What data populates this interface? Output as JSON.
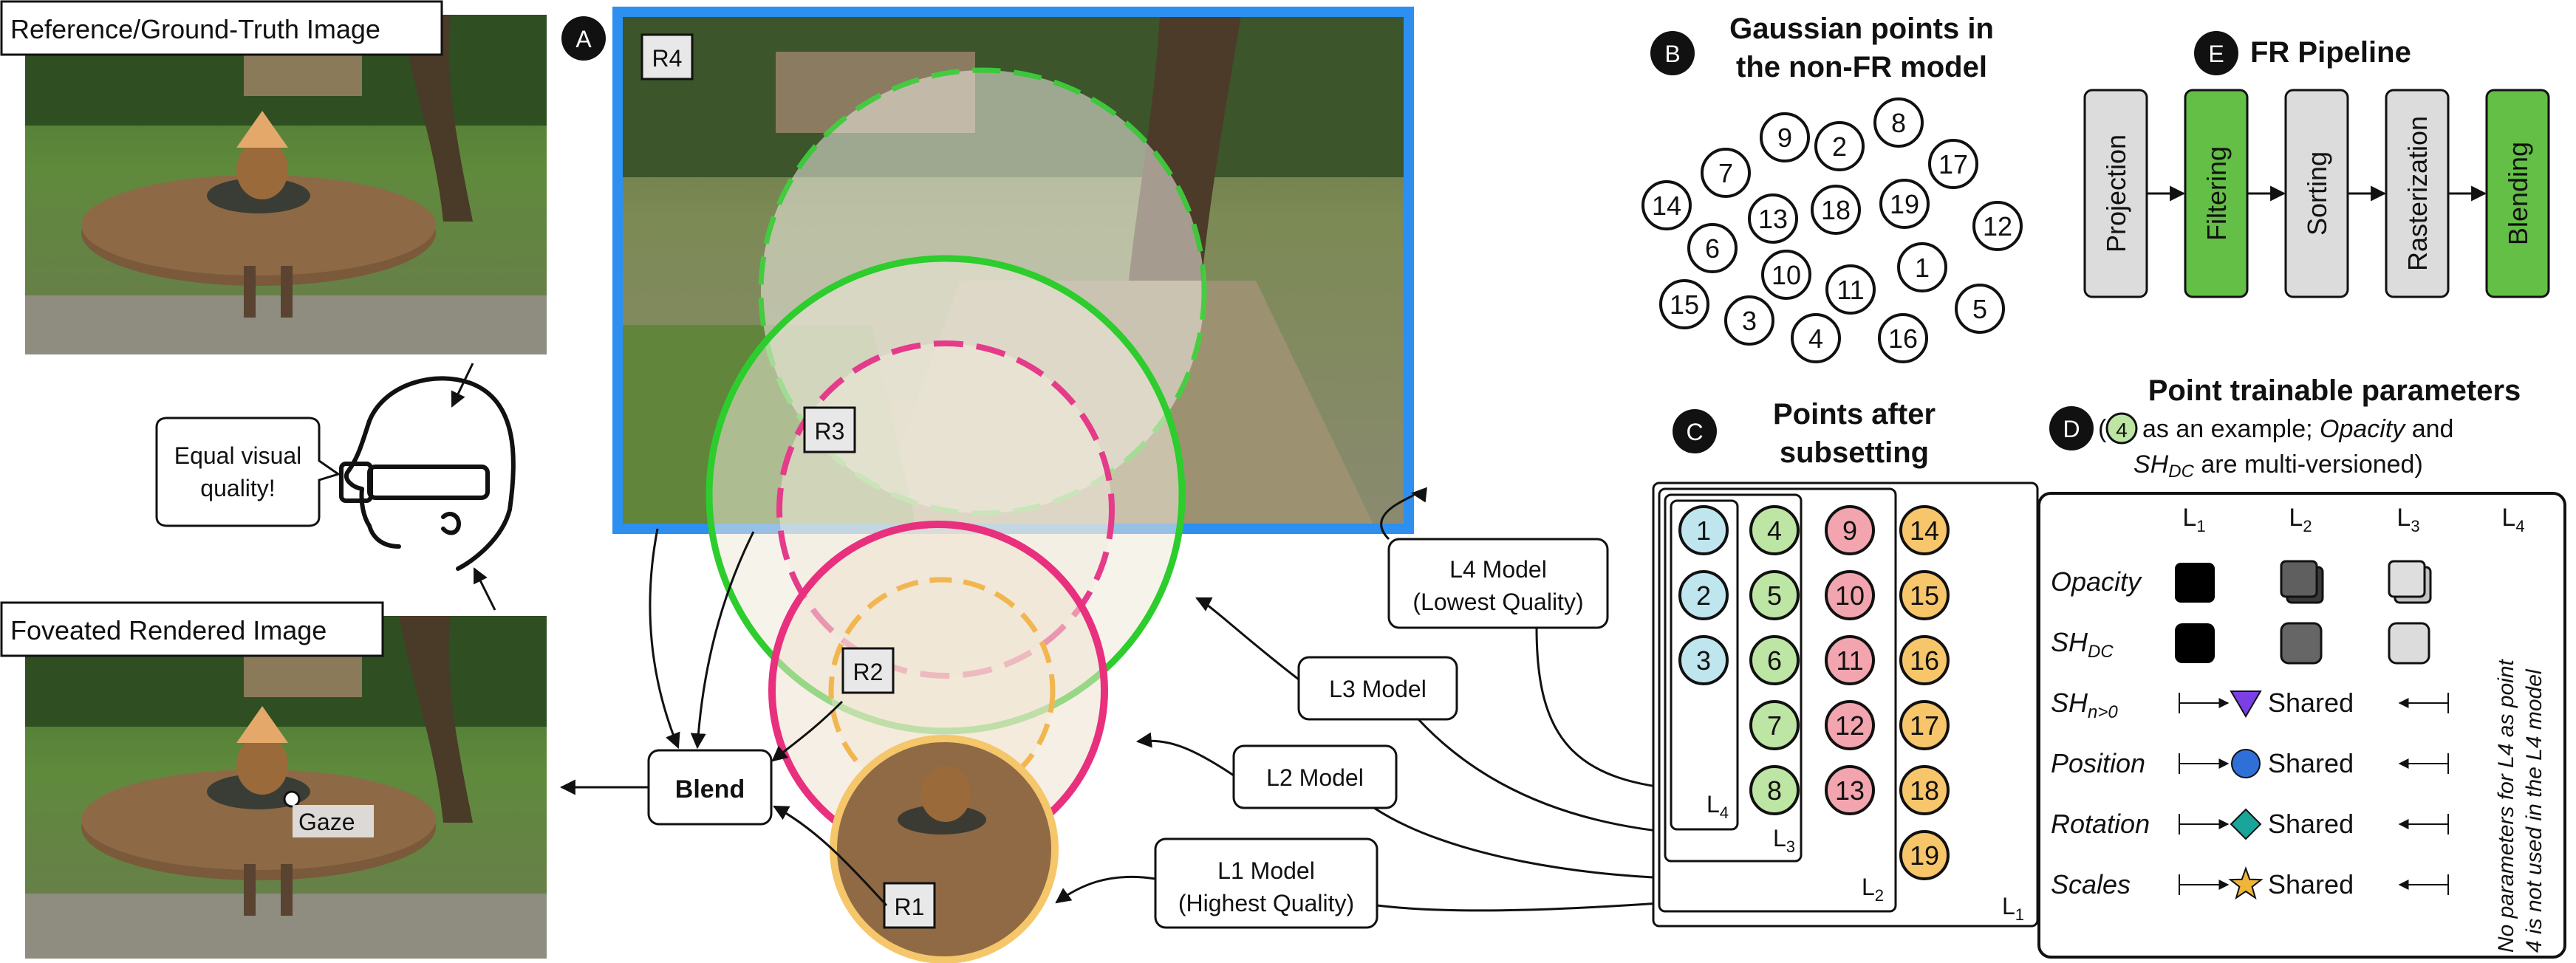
{
  "photos": {
    "reference_label": "Reference/Ground-Truth Image",
    "foveated_label": "Foveated Rendered Image",
    "gaze_label": "Gaze"
  },
  "headset": {
    "speech": [
      "Equal visual",
      "quality!"
    ]
  },
  "panel_a": {
    "badge": "A",
    "regions": [
      "R4",
      "R3",
      "R2",
      "R1"
    ],
    "blend_label": "Blend",
    "model_labels": {
      "l4": [
        "L4 Model",
        "(Lowest Quality)"
      ],
      "l3": "L3 Model",
      "l2": "L2 Model",
      "l1": [
        "L1 Model",
        "(Highest Quality)"
      ]
    }
  },
  "panel_b": {
    "badge": "B",
    "title": [
      "Gaussian points in",
      "the non-FR model"
    ],
    "points": [
      "9",
      "2",
      "8",
      "7",
      "17",
      "14",
      "13",
      "18",
      "19",
      "12",
      "6",
      "10",
      "1",
      "11",
      "15",
      "3",
      "4",
      "16",
      "5"
    ]
  },
  "panel_c": {
    "badge": "C",
    "title": [
      "Points after",
      "subsetting"
    ],
    "columns": [
      {
        "level": "L4",
        "points": [
          "1",
          "2",
          "3"
        ],
        "color": "#bfe6ef"
      },
      {
        "level": "L3",
        "points": [
          "4",
          "5",
          "6",
          "7",
          "8"
        ],
        "color": "#bde5a4"
      },
      {
        "level": "L2",
        "points": [
          "9",
          "10",
          "11",
          "12",
          "13"
        ],
        "color": "#f2a5ae"
      },
      {
        "level": "L1",
        "points": [
          "14",
          "15",
          "16",
          "17",
          "18",
          "19"
        ],
        "color": "#f7c66b"
      }
    ],
    "level_labels": {
      "l4": {
        "base": "L",
        "sub": "4"
      },
      "l3": {
        "base": "L",
        "sub": "3"
      },
      "l2": {
        "base": "L",
        "sub": "2"
      },
      "l1": {
        "base": "L",
        "sub": "1"
      }
    }
  },
  "panel_d": {
    "badge": "D",
    "title": "Point trainable parameters",
    "subtitle_point": "4",
    "subtitle_parts": [
      "as an example; ",
      "Opacity",
      " and"
    ],
    "subtitle_line2": [
      "SH",
      "DC",
      " are multi-versioned)"
    ],
    "col_headers": [
      {
        "base": "L",
        "sub": "1"
      },
      {
        "base": "L",
        "sub": "2"
      },
      {
        "base": "L",
        "sub": "3"
      },
      {
        "base": "L",
        "sub": "4"
      }
    ],
    "rows": [
      {
        "base": "Opacity",
        "sub": ""
      },
      {
        "base": "SH",
        "sub": "DC"
      },
      {
        "base": "SH",
        "sub": "n>0"
      },
      {
        "base": "Position",
        "sub": ""
      },
      {
        "base": "Rotation",
        "sub": ""
      },
      {
        "base": "Scales",
        "sub": ""
      }
    ],
    "shared_label": "Shared",
    "side_note": [
      "No parameters for L4 as point",
      "4 is not used in the L4 model"
    ],
    "colors": {
      "triangle": "#7b3fe4",
      "circle": "#2f6fd8",
      "diamond": "#19a59a",
      "star": "#f0b43a"
    }
  },
  "panel_e": {
    "badge": "E",
    "title": "FR Pipeline",
    "stages": [
      {
        "label": "Projection",
        "active": false
      },
      {
        "label": "Filtering",
        "active": true
      },
      {
        "label": "Sorting",
        "active": false
      },
      {
        "label": "Rasterization",
        "active": false
      },
      {
        "label": "Blending",
        "active": true
      }
    ],
    "colors": {
      "active": "#63bf45",
      "inactive": "#dcdcdc"
    }
  }
}
